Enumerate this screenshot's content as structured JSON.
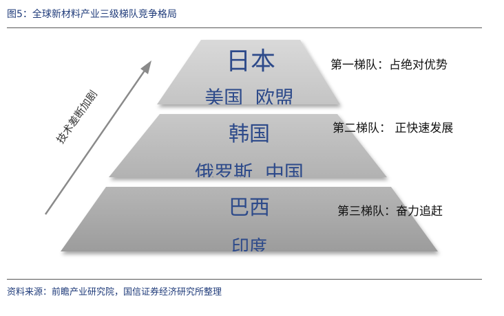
{
  "figure": {
    "title": "图5：全球新材料产业三级梯队竞争格局",
    "source": "资料来源：前瞻产业研究院，国信证券经济研究所整理"
  },
  "arrow": {
    "label": "技术差断加剧"
  },
  "tiers": [
    {
      "primary": "日本",
      "secondary": "美国  欧盟",
      "label": "第一梯队：占绝对优势",
      "color": "#cfcfcf"
    },
    {
      "primary": "韩国",
      "secondary": "俄罗斯  中国",
      "label": "第二梯队： 正快速发展",
      "color": "#bdbdbd"
    },
    {
      "primary": "巴西",
      "secondary": "印度",
      "label": "第三梯队：奋力追赶",
      "color": "#a9a9a9"
    }
  ]
}
